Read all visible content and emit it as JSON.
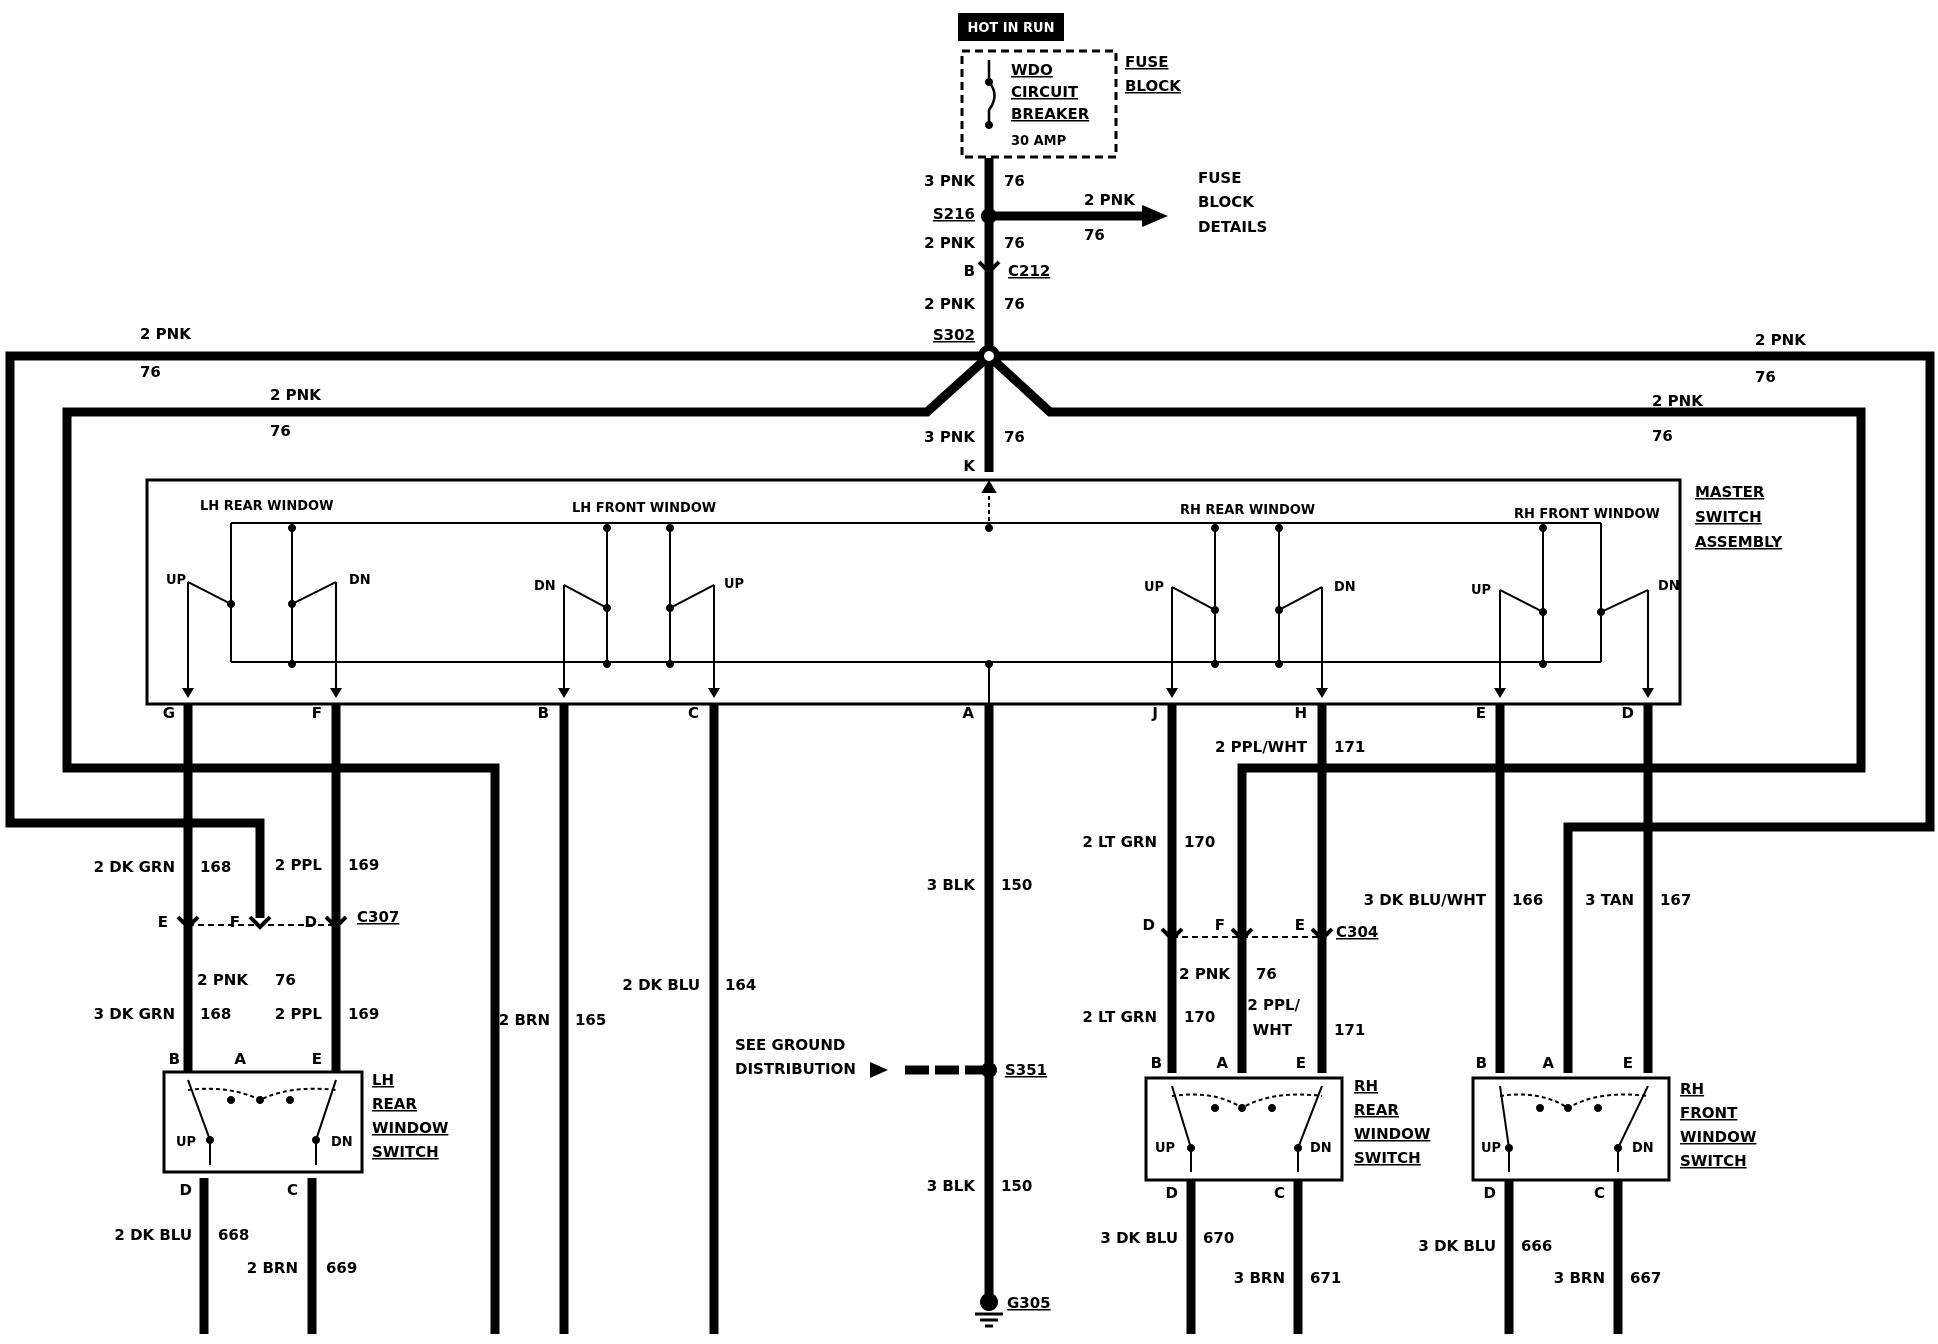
{
  "header": {
    "hot_in_run": "HOT IN RUN"
  },
  "fuse": {
    "breaker_lines": [
      "WDO",
      "CIRCUIT",
      "BREAKER"
    ],
    "amp": "30 AMP",
    "block_lines": [
      "FUSE",
      "BLOCK"
    ],
    "details_lines": [
      "FUSE",
      "BLOCK",
      "DETAILS"
    ]
  },
  "splices": {
    "s216": "S216",
    "s302": "S302",
    "s351": "S351",
    "g305": "G305"
  },
  "connectors": {
    "c212": "C212",
    "c307": "C307",
    "c304": "C304"
  },
  "master": {
    "title_lines": [
      "MASTER",
      "SWITCH",
      "ASSEMBLY"
    ],
    "sections": [
      "LH REAR WINDOW",
      "LH FRONT WINDOW",
      "RH REAR WINDOW",
      "RH FRONT WINDOW"
    ],
    "up": "UP",
    "dn": "DN"
  },
  "pins": {
    "k": "K",
    "g": "G",
    "f": "F",
    "b": "B",
    "c": "C",
    "a": "A",
    "j": "J",
    "h": "H",
    "e": "E",
    "d": "D"
  },
  "switches": {
    "lh_rear": [
      "LH",
      "REAR",
      "WINDOW",
      "SWITCH"
    ],
    "rh_rear": [
      "RH",
      "REAR",
      "WINDOW",
      "SWITCH"
    ],
    "rh_front": [
      "RH",
      "FRONT",
      "WINDOW",
      "SWITCH"
    ]
  },
  "ground_text": [
    "SEE GROUND",
    "DISTRIBUTION"
  ],
  "wires": {
    "pnk3": "3 PNK",
    "pnk2": "2 PNK",
    "n76": "76",
    "dkgrn2": "2 DK GRN",
    "n168": "168",
    "dkgrn3": "3 DK GRN",
    "ppl2": "2 PPL",
    "n169": "169",
    "brn2": "2 BRN",
    "n165": "165",
    "dkblu2": "2 DK BLU",
    "n164": "164",
    "blk3": "3 BLK",
    "n150": "150",
    "ltgrn2": "2 LT GRN",
    "n170": "170",
    "pplwht2": "2 PPL/WHT",
    "ppl2b": "2 PPL/",
    "wht": "WHT",
    "n171": "171",
    "dkbluwht3": "3 DK BLU/WHT",
    "n166": "166",
    "tan3": "3 TAN",
    "n167": "167",
    "n668": "668",
    "n669": "669",
    "dkblu3": "3 DK BLU",
    "n670": "670",
    "brn3": "3 BRN",
    "n671": "671",
    "n666": "666",
    "n667": "667"
  }
}
